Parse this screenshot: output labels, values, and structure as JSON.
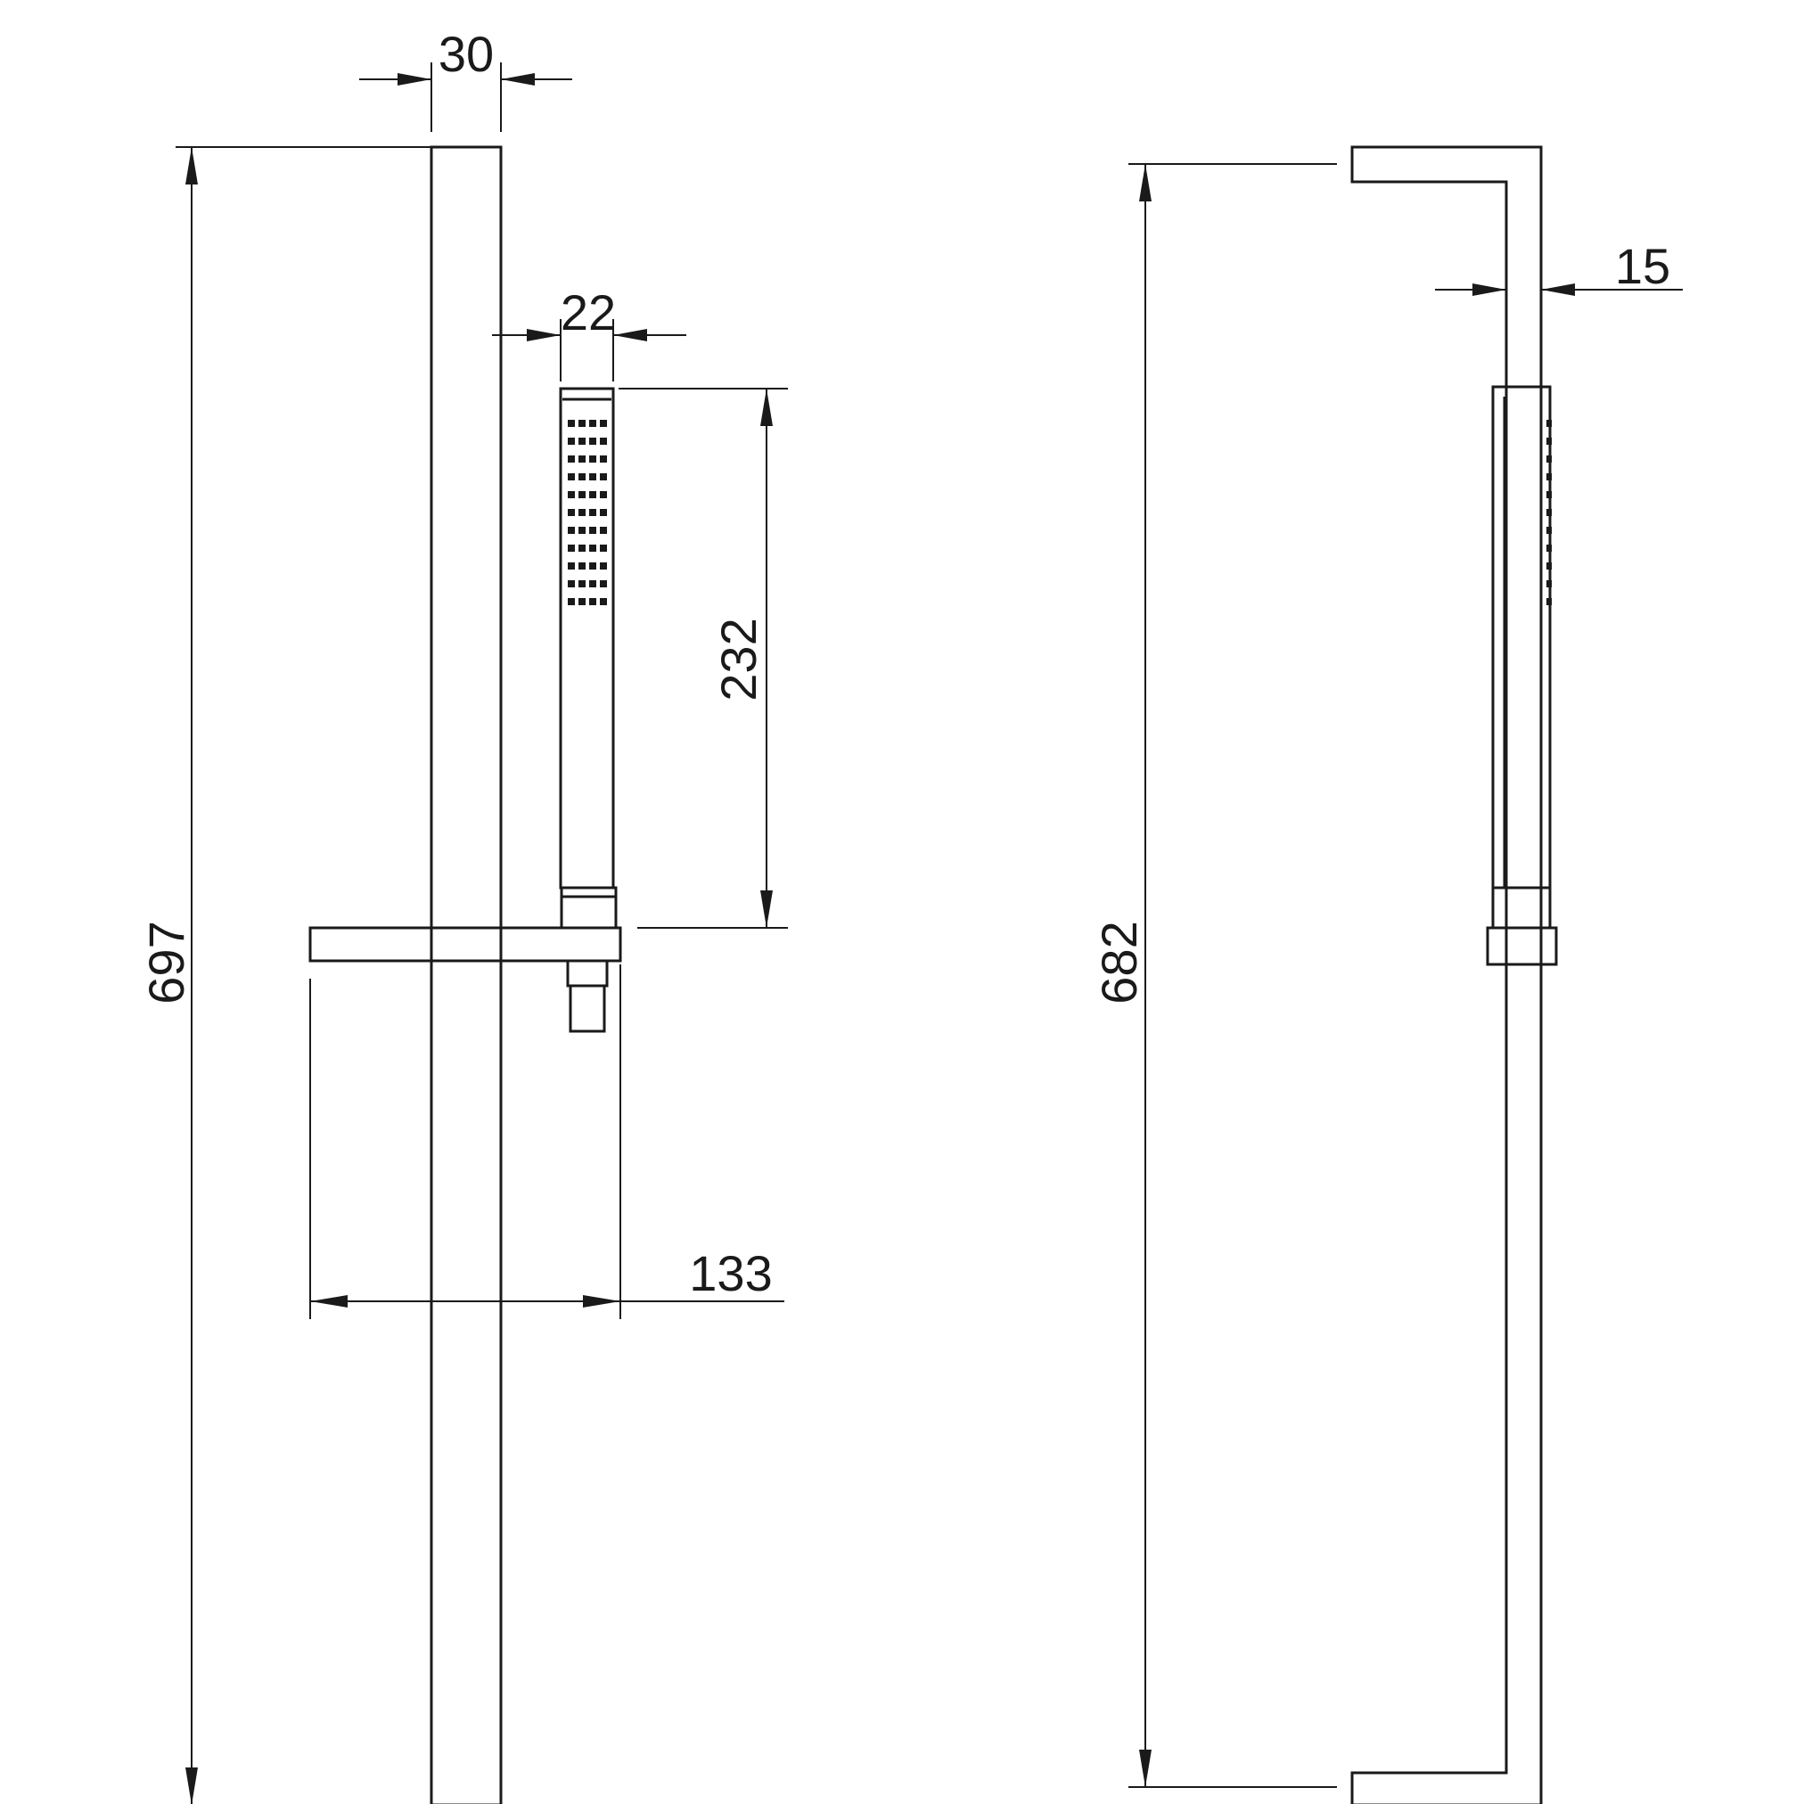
{
  "dimensions": {
    "rail_width": "30",
    "handset_width": "22",
    "handset_length": "232",
    "overall_height": "697",
    "holder_projection": "133",
    "mounting_height": "682",
    "side_projection": "15"
  },
  "colors": {
    "line": "#1a1a1a",
    "background": "#ffffff"
  }
}
